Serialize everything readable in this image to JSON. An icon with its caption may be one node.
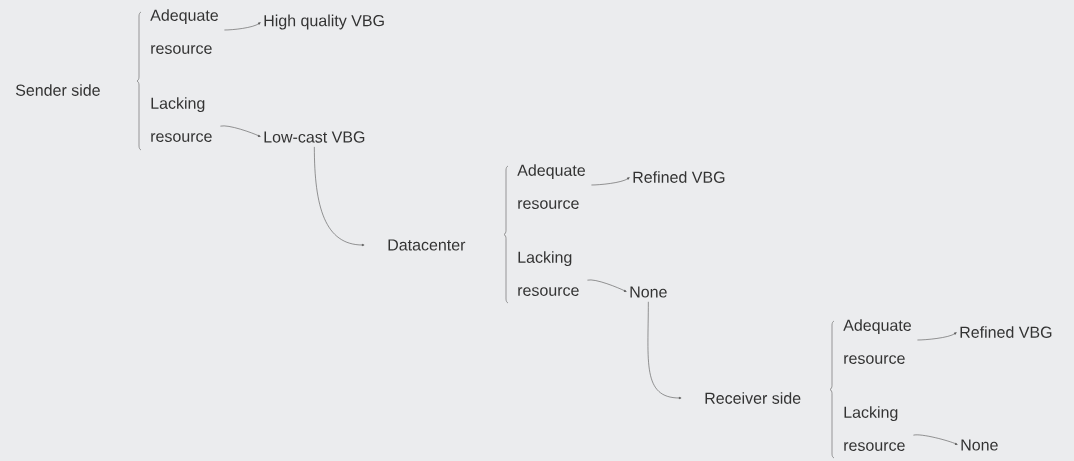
{
  "diagram": {
    "nodes": [
      {
        "text": [
          "Sender side"
        ]
      },
      {
        "text": [
          "Adequate resource"
        ]
      },
      {
        "text": [
          "High quality VBG"
        ]
      },
      {
        "text": [
          "Lacking resource"
        ]
      },
      {
        "text": [
          "Low-cast VBG"
        ]
      },
      {
        "text": [
          "Datacenter"
        ]
      },
      {
        "text": [
          "Adequate resource"
        ]
      },
      {
        "text": [
          "Refined VBG"
        ]
      },
      {
        "text": [
          "Lacking resource"
        ]
      },
      {
        "text": [
          "None"
        ]
      },
      {
        "text": [
          "Receiver side"
        ]
      },
      {
        "text": [
          "Adequate resource"
        ]
      },
      {
        "text": [
          "Refined VBG"
        ]
      },
      {
        "text": [
          "Lacking resource"
        ]
      },
      {
        "text": [
          "None"
        ]
      }
    ],
    "edges": [
      {
        "from": 1,
        "to": 2,
        "arrow": "to"
      },
      {
        "from": 3,
        "to": 4,
        "arrow": "to"
      },
      {
        "from": 4,
        "to": 5,
        "arrow": "to"
      },
      {
        "from": 6,
        "to": 7,
        "arrow": "to"
      },
      {
        "from": 8,
        "to": 9,
        "arrow": "to"
      },
      {
        "from": 9,
        "to": 10,
        "arrow": "to"
      },
      {
        "from": 11,
        "to": 12,
        "arrow": "to"
      },
      {
        "from": 13,
        "to": 14,
        "arrow": "to"
      }
    ]
  }
}
